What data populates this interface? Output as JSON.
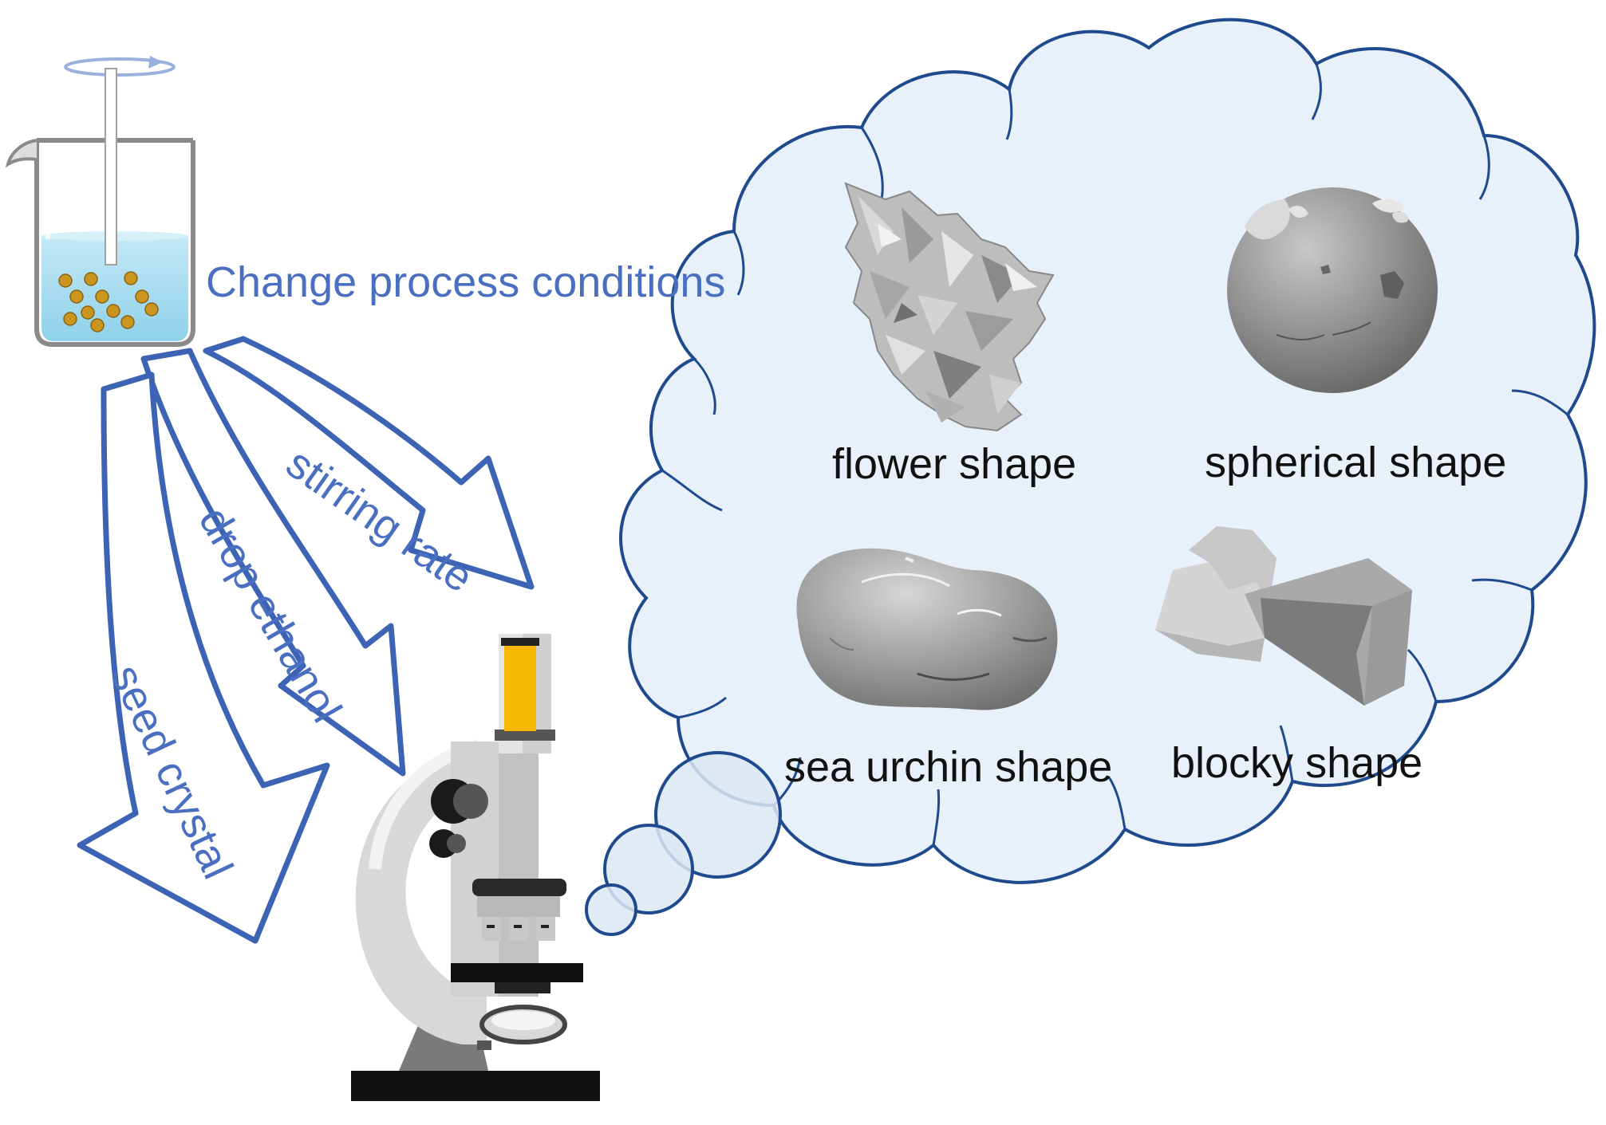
{
  "process": {
    "main_label": "Change process conditions",
    "arrows": [
      {
        "id": "stirring",
        "label": "stirring rate"
      },
      {
        "id": "ethanol",
        "label": "drop ethanol"
      },
      {
        "id": "seed",
        "label": "seed crystal"
      }
    ]
  },
  "shapes": [
    {
      "id": "flower",
      "label": "flower shape"
    },
    {
      "id": "spherical",
      "label": "spherical shape"
    },
    {
      "id": "sea-urchin",
      "label": "sea urchin shape"
    },
    {
      "id": "blocky",
      "label": "blocky shape"
    }
  ],
  "colors": {
    "arrow_outline": "#3d63b5",
    "label_blue": "#4a6fc0",
    "cloud_fill": "#e8f0f9",
    "cloud_outline": "#1f4a8e",
    "liquid": "#a7dcef",
    "particle": "#c9951f",
    "eyepiece": "#f6b800"
  }
}
